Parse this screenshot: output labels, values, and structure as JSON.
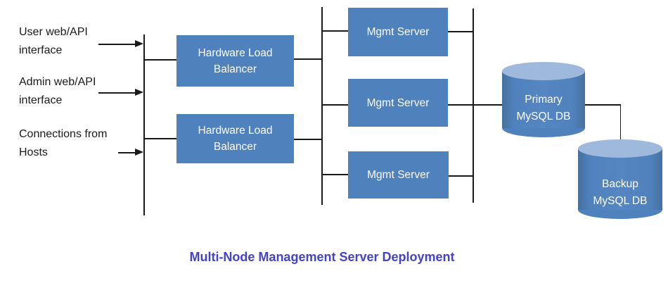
{
  "title": {
    "text": "Multi-Node Management Server Deployment"
  },
  "colors": {
    "node_fill": "#4F81BD",
    "node_text": "#FFFFFF",
    "cylinder_top": "#9FB9DC",
    "title_text": "#4343CB",
    "connector_line": "#1A1A1A",
    "label_text": "#1A1A1A"
  },
  "input_labels": [
    {
      "lines": [
        "User web/API",
        "interface"
      ]
    },
    {
      "lines": [
        "Admin web/API",
        "interface"
      ]
    },
    {
      "lines": [
        "Connections from",
        "Hosts"
      ]
    }
  ],
  "load_balancers": [
    {
      "lines": [
        "Hardware Load",
        "Balancer"
      ]
    },
    {
      "lines": [
        "Hardware Load",
        "Balancer"
      ]
    }
  ],
  "mgmt_servers": [
    {
      "label": "Mgmt Server"
    },
    {
      "label": "Mgmt Server"
    },
    {
      "label": "Mgmt Server"
    }
  ],
  "databases": [
    {
      "lines": [
        "Primary",
        "MySQL DB"
      ]
    },
    {
      "lines": [
        "Backup",
        "MySQL DB"
      ]
    }
  ]
}
